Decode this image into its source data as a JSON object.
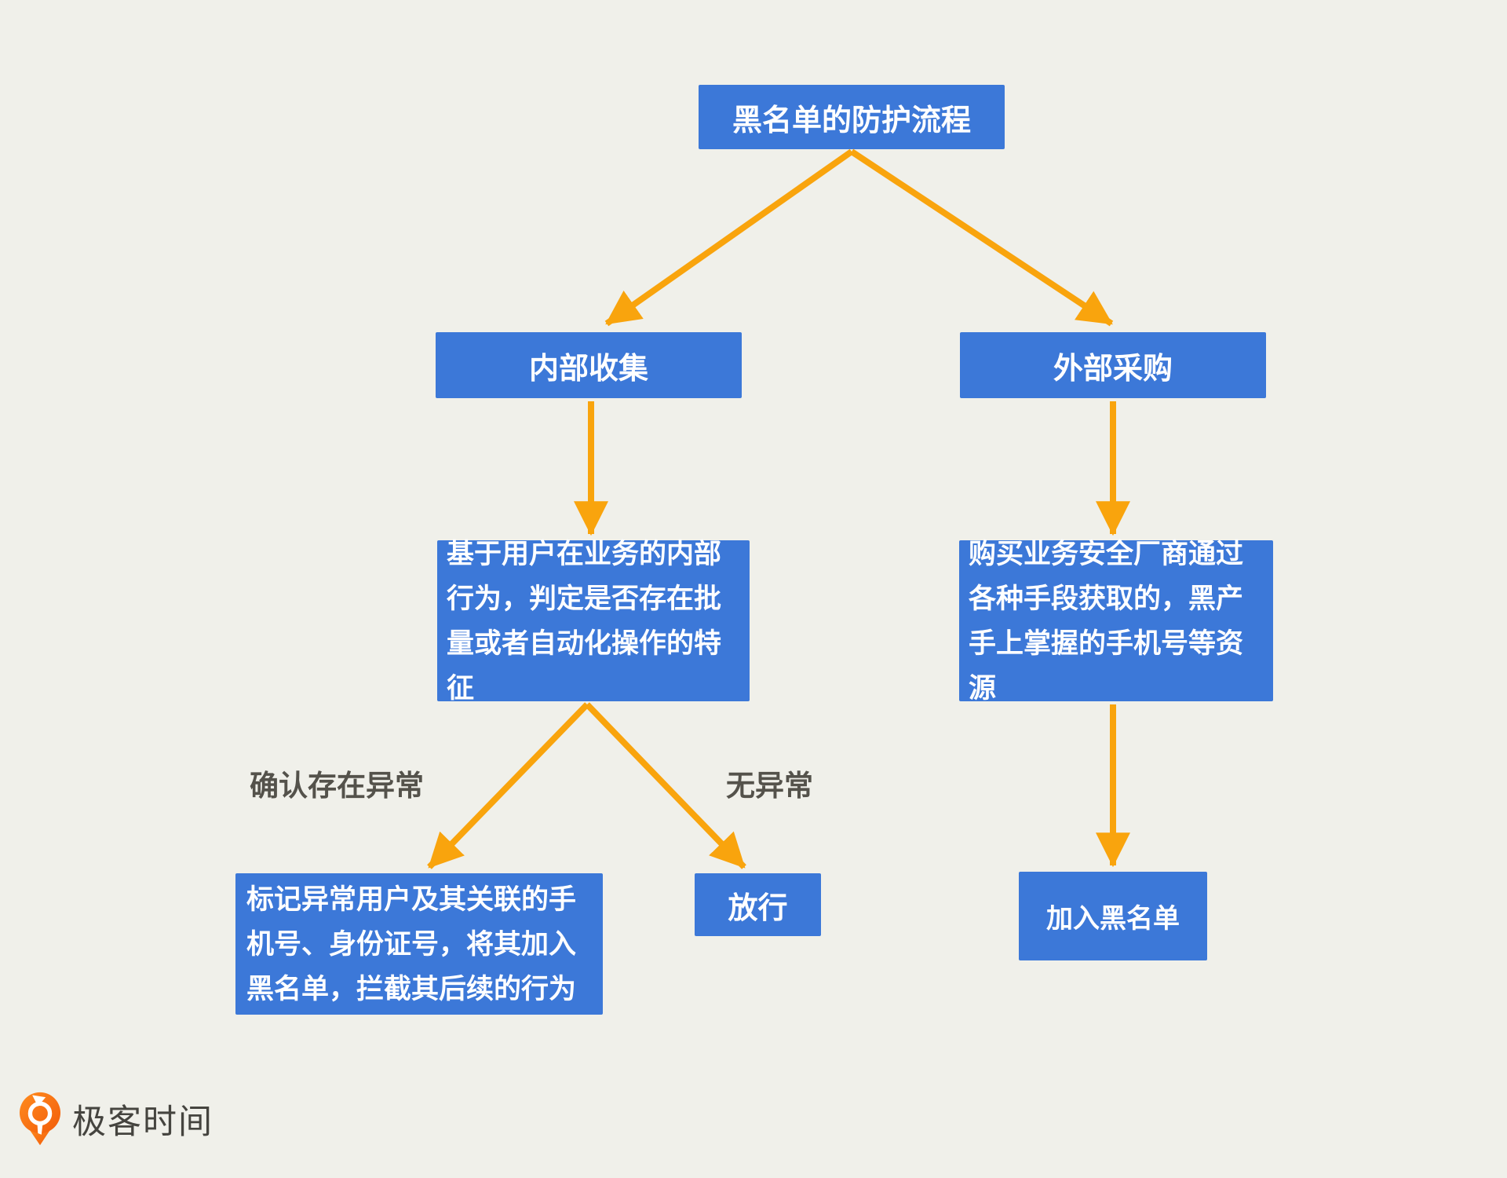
{
  "diagram": {
    "title": {
      "label": "黑名单的防护流程"
    },
    "nodes": {
      "internal": {
        "label": "内部收集"
      },
      "external": {
        "label": "外部采购"
      },
      "internal_detail": {
        "label": "基于用户在业务的内部行为，判定是否存在批量或者自动化操作的特征"
      },
      "external_detail": {
        "label": "购买业务安全厂商通过各种手段获取的，黑产手上掌握的手机号等资源"
      },
      "mark_abnormal": {
        "label": "标记异常用户及其关联的手机号、身份证号，将其加入黑名单，拦截其后续的行为"
      },
      "release": {
        "label": "放行"
      },
      "add_blacklist": {
        "label": "加入黑名单"
      }
    },
    "edge_labels": {
      "confirmed": "确认存在异常",
      "none": "无异常"
    },
    "colors": {
      "node_fill": "#3c78d8",
      "node_text": "#ffffff",
      "arrow": "#f9a40d",
      "edge_label_text": "#54524b",
      "background": "#f0f0ea"
    }
  },
  "footer": {
    "brand_name": "极客时间",
    "brand_color": "#ff6c0f",
    "brand_text_color": "#45443f"
  }
}
